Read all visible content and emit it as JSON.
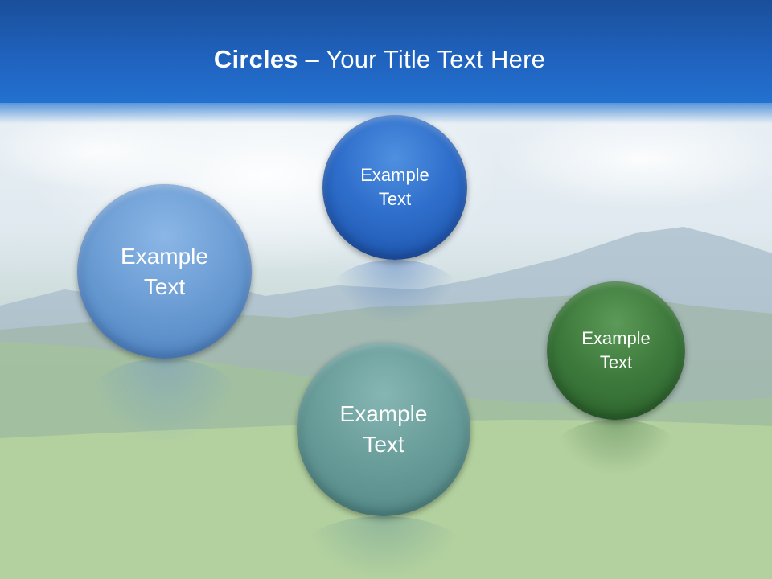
{
  "slide": {
    "title_bold": "Circles",
    "title_rest": " – Your Title Text Here"
  },
  "circles": [
    {
      "line1": "Example",
      "line2": "Text",
      "color": "#6d9ed5"
    },
    {
      "line1": "Example",
      "line2": "Text",
      "color": "#2f6fcc"
    },
    {
      "line1": "Example",
      "line2": "Text",
      "color": "#3e7b3c"
    },
    {
      "line1": "Example",
      "line2": "Text",
      "color": "#6a9e9b"
    }
  ],
  "colors": {
    "title_bar": "#1f62bd",
    "title_text": "#ffffff"
  }
}
